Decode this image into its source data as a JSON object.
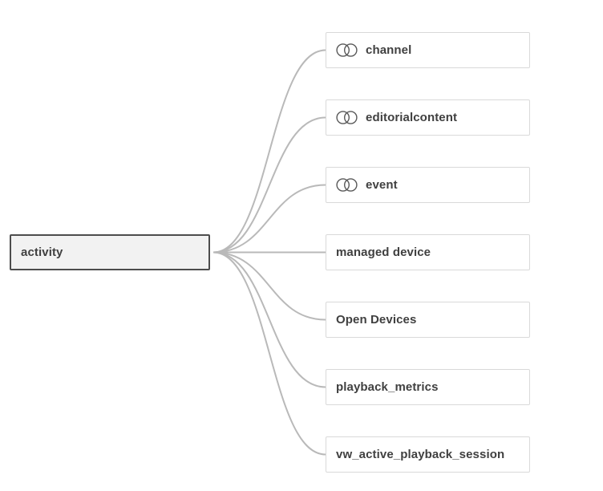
{
  "diagram": {
    "root": {
      "label": "activity"
    },
    "nodes": [
      {
        "label": "channel",
        "icon": "venn-icon"
      },
      {
        "label": "editorialcontent",
        "icon": "venn-icon"
      },
      {
        "label": "event",
        "icon": "venn-icon"
      },
      {
        "label": "managed device",
        "icon": null
      },
      {
        "label": "Open Devices",
        "icon": null
      },
      {
        "label": "playback_metrics",
        "icon": null
      },
      {
        "label": "vw_active_playback_session",
        "icon": null
      }
    ],
    "colors": {
      "connector": "#b9b9b9",
      "node_border": "#d9d9d9",
      "node_fill": "#ffffff",
      "root_border": "#4d4d4d",
      "root_fill": "#f2f2f2",
      "text": "#404040"
    }
  }
}
